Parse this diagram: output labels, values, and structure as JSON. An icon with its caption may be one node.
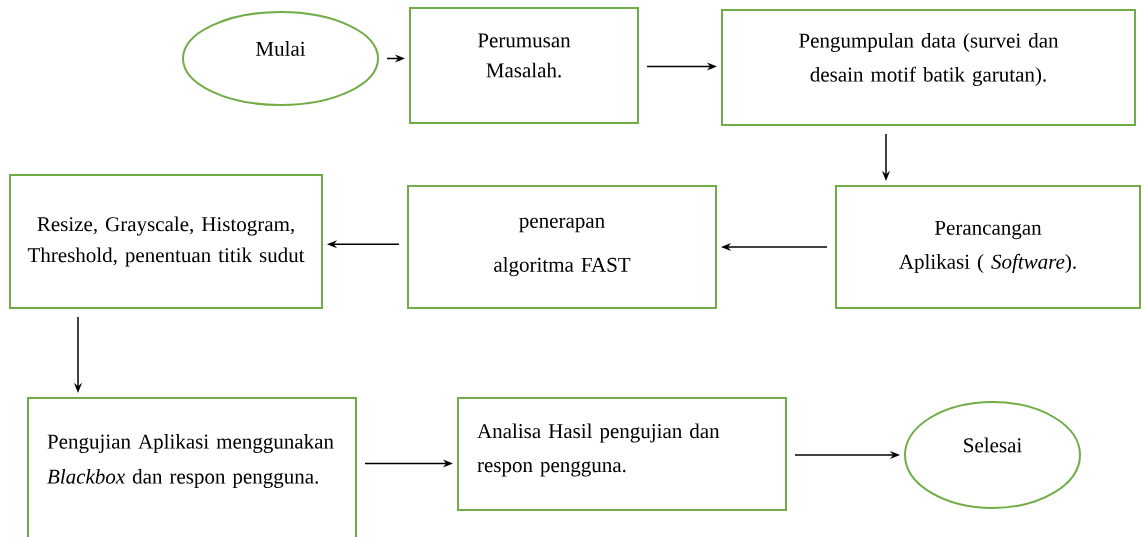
{
  "diagram": {
    "nodes": [
      {
        "text": [
          "Mulai"
        ]
      },
      {
        "text": [
          "Perumusan Masalah."
        ]
      },
      {
        "text": [
          "Pengumpulan data (survei dan desain motif batik garutan)."
        ]
      },
      {
        "text": [
          "Perancangan Aplikasi ( *Software*)."
        ]
      },
      {
        "text": [
          "penerapan algoritma FAST"
        ]
      },
      {
        "text": [
          "Resize, Grayscale, Histogram, Threshold, penentuan titik sudut"
        ]
      },
      {
        "text": [
          "Pengujian Aplikasi menggunakan *Blackbox* dan respon pengguna."
        ]
      },
      {
        "text": [
          "Analisa Hasil pengujian dan respon pengguna."
        ]
      },
      {
        "text": [
          "Selesai"
        ]
      }
    ],
    "edges": [
      {
        "from": 0,
        "to": 1,
        "arrow": "to"
      },
      {
        "from": 1,
        "to": 2,
        "arrow": "to"
      },
      {
        "from": 2,
        "to": 3,
        "arrow": "to"
      },
      {
        "from": 3,
        "to": 4,
        "arrow": "to"
      },
      {
        "from": 4,
        "to": 5,
        "arrow": "to"
      },
      {
        "from": 5,
        "to": 6,
        "arrow": "to"
      },
      {
        "from": 6,
        "to": 7,
        "arrow": "to"
      },
      {
        "from": 7,
        "to": 8,
        "arrow": "to"
      }
    ]
  }
}
